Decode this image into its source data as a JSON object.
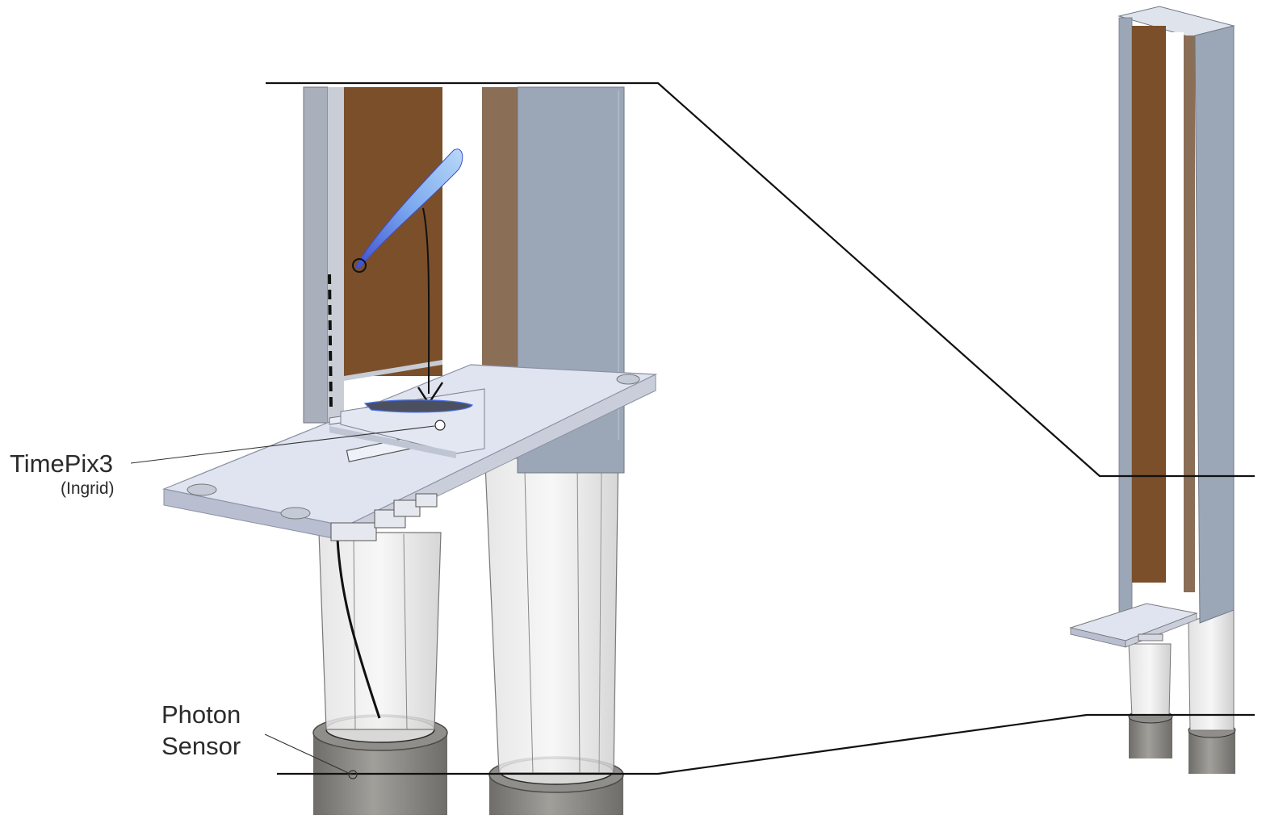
{
  "labels": {
    "timepix_main": "TimePix3",
    "timepix_sub": "(Ingrid)",
    "photon_line1": "Photon",
    "photon_line2": "Sensor"
  },
  "colors": {
    "copper": "#7a4f2a",
    "steel": "#9ba7b7",
    "steel_dark": "#8a93a0",
    "plate": "#dfe4f0",
    "plate_edge": "#b9bfd0",
    "sensor": "#8a8a86",
    "track": "#5d7fe8",
    "line": "#111111"
  }
}
